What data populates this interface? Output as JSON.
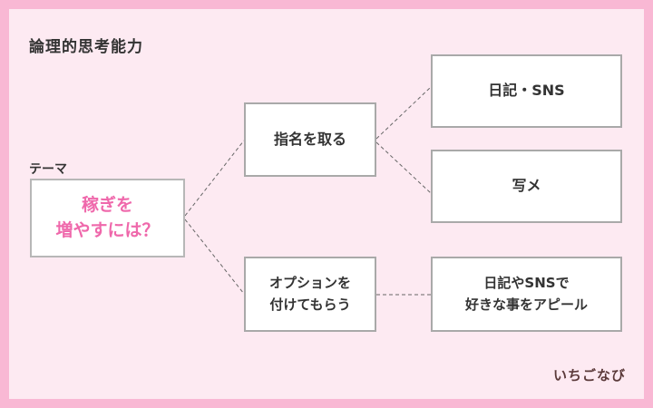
{
  "title": "論理的思考能力",
  "theme_label": "テーマ",
  "nodes": {
    "theme": "稼ぎを\n増やすには？",
    "branch_1": "指名を取る",
    "branch_2": "オプションを\n付けてもらう",
    "leaf_1": "日記・SNS",
    "leaf_2": "写メ",
    "leaf_3": "日記やSNSで\n好きな事をアピール"
  },
  "logo": "いちごなび",
  "colors": {
    "frame": "#f9b8d4",
    "background": "#fdeaf2",
    "theme_text": "#ef68ab",
    "box_border": "#a9a9a9"
  }
}
